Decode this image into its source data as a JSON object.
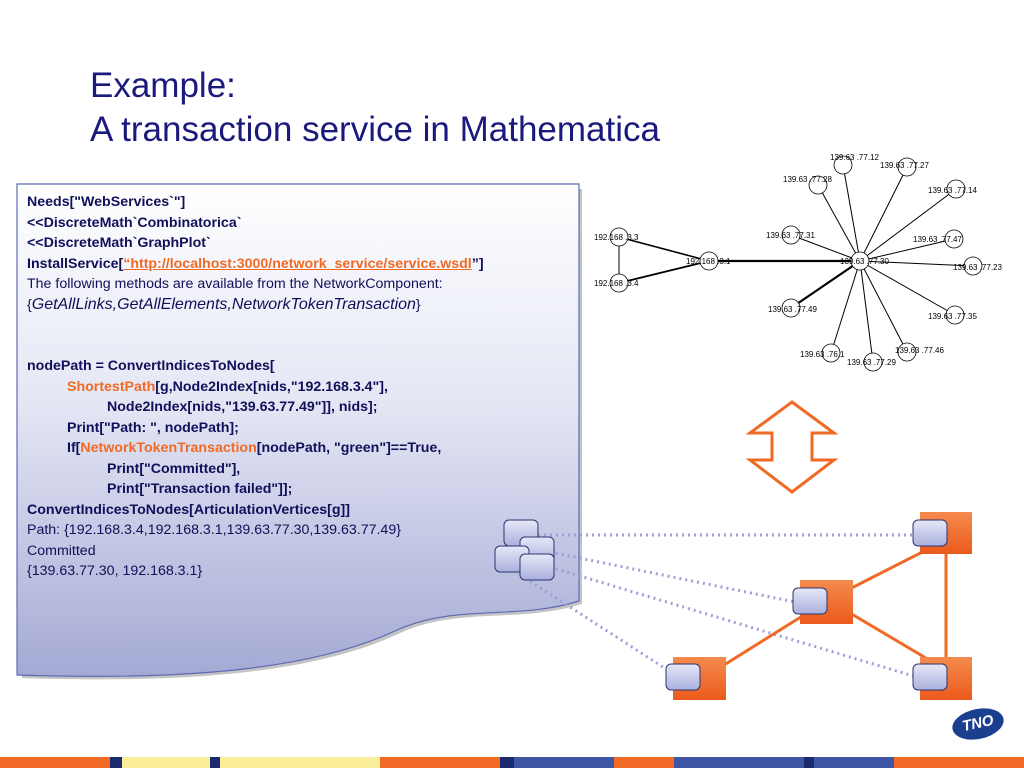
{
  "slide": {
    "title_line1": "Example:",
    "title_line2": "A transaction service in Mathematica"
  },
  "code": {
    "line1": "Needs[\"WebServices`\"]",
    "line2": "<<DiscreteMath`Combinatorica`",
    "line3": "<<DiscreteMath`GraphPlot`",
    "line4_pre": "InstallService[",
    "line4_url": "“http://localhost:3000/network_service/service.wsdl",
    "line4_post": "”]",
    "line5": "The following methods are available from the NetworkComponent:",
    "line6_open": "{",
    "line6_methods": "GetAllLinks,GetAllElements,NetworkTokenTransaction",
    "line6_close": "}",
    "line7": "nodePath = ConvertIndicesToNodes[",
    "line8_fn": "ShortestPath",
    "line8_rest": "[g,Node2Index[nids,\"192.168.3.4\"],",
    "line9": "Node2Index[nids,\"139.63.77.49\"]], nids];",
    "line10": "Print[\"Path: \", nodePath];",
    "line11_pre": "If[",
    "line11_fn": "NetworkTokenTransaction",
    "line11_rest": "[nodePath, \"green\"]==True,",
    "line12": "Print[\"Committed\"],",
    "line13": "Print[\"Transaction failed\"]];",
    "line14": "ConvertIndicesToNodes[ArticulationVertices[g]]",
    "line15": "Path: {192.168.3.4,192.168.3.1,139.63.77.30,139.63.77.49}",
    "line16": "Committed",
    "line17": "{139.63.77.30, 192.168.3.1}"
  },
  "graph": {
    "nodes": {
      "n1": "139.63 .77.12",
      "n2": "139.63 .77.27",
      "n3": "139.63 .77.28",
      "n4": "139.63 .77.14",
      "n5": "139.63 .77.31",
      "n6": "139.63 .77.47",
      "n7": "192.168 .3.3",
      "n8": "192.168 .3.1",
      "n9": "139.63 .77.30",
      "n10": "139.63 .77.23",
      "n11": "192.168 .3.4",
      "n12": "139.63 .77.49",
      "n13": "139.63 .77.35",
      "n14": "139.63 .77.46",
      "n15": "139.63 .76.1",
      "n16": "139.63 .77.29"
    }
  },
  "colors": {
    "title": "#1a1a7e",
    "accent_orange": "#f06a25",
    "panel_top": "#ffffff",
    "panel_bottom": "#a7acd6",
    "node_blue": "#c9cdec"
  },
  "icons": {
    "logo": "TNO"
  }
}
